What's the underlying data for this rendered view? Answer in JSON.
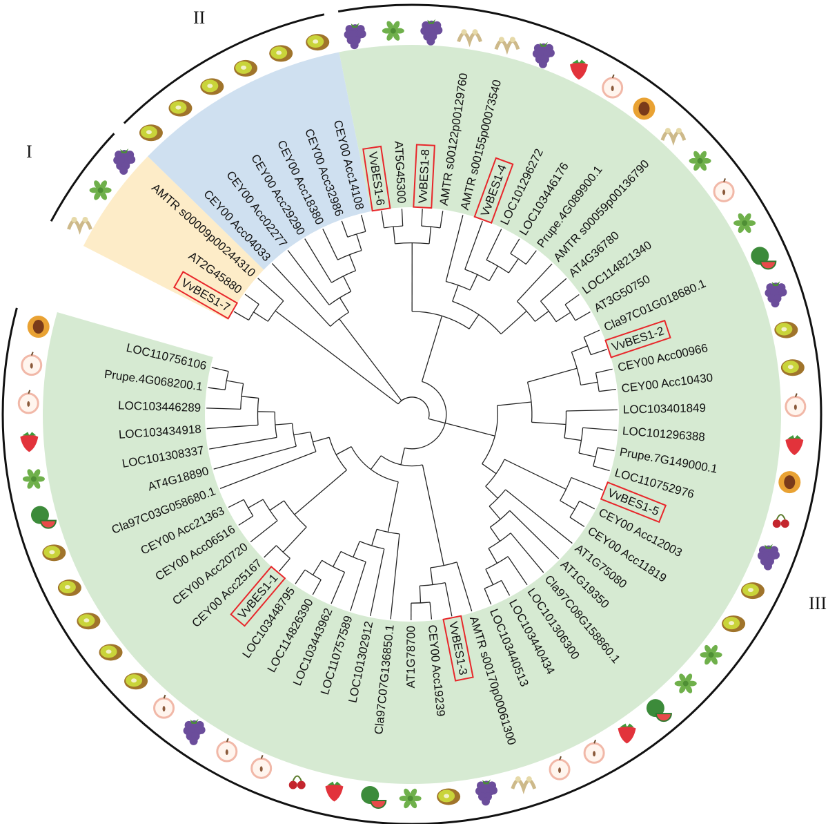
{
  "groups": [
    {
      "id": "I",
      "label": "I",
      "color": "#fdecc8"
    },
    {
      "id": "II",
      "label": "II",
      "color": "#cfe0f0"
    },
    {
      "id": "III",
      "label": "III",
      "color": "#d6ead2"
    }
  ],
  "colors": {
    "highlight_box": "#e8262a",
    "outer_ring": "#111111",
    "kiwi": "#a0742b",
    "grape": "#6b4d9b",
    "apple": "#f1b8a8",
    "strawberry": "#e2333b",
    "peach": "#e9a233",
    "watermelon": "#3c8b3a",
    "cherry": "#c4262e",
    "arabidopsis": "#6fb04b",
    "amborella": "#cdb98a"
  },
  "leaves": [
    {
      "label": "VvBES1-7",
      "group": "I",
      "highlight": true
    },
    {
      "label": "AT2G45880",
      "group": "I",
      "highlight": false
    },
    {
      "label": "AMTR s00009p00244310",
      "group": "I",
      "highlight": false
    },
    {
      "label": "CEY00 Acc04033",
      "group": "II",
      "highlight": false
    },
    {
      "label": "CEY00 Acc02277",
      "group": "II",
      "highlight": false
    },
    {
      "label": "CEY00 Acc29290",
      "group": "II",
      "highlight": false
    },
    {
      "label": "CEY00 Acc18380",
      "group": "II",
      "highlight": false
    },
    {
      "label": "CEY00 Acc32986",
      "group": "II",
      "highlight": false
    },
    {
      "label": "CEY00 Acc14108",
      "group": "II",
      "highlight": false
    },
    {
      "label": "VvBES1-6",
      "group": "III",
      "highlight": true
    },
    {
      "label": "AT5G45300",
      "group": "III",
      "highlight": false
    },
    {
      "label": "VvBES1-8",
      "group": "III",
      "highlight": true
    },
    {
      "label": "AMTR s00122p00129760",
      "group": "III",
      "highlight": false
    },
    {
      "label": "AMTR s00155p00073540",
      "group": "III",
      "highlight": false
    },
    {
      "label": "VvBES1-4",
      "group": "III",
      "highlight": true
    },
    {
      "label": "LOC101296272",
      "group": "III",
      "highlight": false
    },
    {
      "label": "LOC103446176",
      "group": "III",
      "highlight": false
    },
    {
      "label": "Prupe.4G089900.1",
      "group": "III",
      "highlight": false
    },
    {
      "label": "AMTR s00059p00136790",
      "group": "III",
      "highlight": false
    },
    {
      "label": "AT4G36780",
      "group": "III",
      "highlight": false
    },
    {
      "label": "LOC114821340",
      "group": "III",
      "highlight": false
    },
    {
      "label": "AT3G50750",
      "group": "III",
      "highlight": false
    },
    {
      "label": "Cla97C01G018680.1",
      "group": "III",
      "highlight": false
    },
    {
      "label": "VvBES1-2",
      "group": "III",
      "highlight": true
    },
    {
      "label": "CEY00 Acc00966",
      "group": "III",
      "highlight": false
    },
    {
      "label": "CEY00 Acc10430",
      "group": "III",
      "highlight": false
    },
    {
      "label": "LOC103401849",
      "group": "III",
      "highlight": false
    },
    {
      "label": "LOC101296388",
      "group": "III",
      "highlight": false
    },
    {
      "label": "Prupe.7G149000.1",
      "group": "III",
      "highlight": false
    },
    {
      "label": "LOC110752976",
      "group": "III",
      "highlight": false
    },
    {
      "label": "VvBES1-5",
      "group": "III",
      "highlight": true
    },
    {
      "label": "CEY00 Acc12003",
      "group": "III",
      "highlight": false
    },
    {
      "label": "CEY00 Acc11819",
      "group": "III",
      "highlight": false
    },
    {
      "label": "AT1G75080",
      "group": "III",
      "highlight": false
    },
    {
      "label": "AT1G19350",
      "group": "III",
      "highlight": false
    },
    {
      "label": "Cla97C08G158860.1",
      "group": "III",
      "highlight": false
    },
    {
      "label": "LOC101306300",
      "group": "III",
      "highlight": false
    },
    {
      "label": "LOC103440434",
      "group": "III",
      "highlight": false
    },
    {
      "label": "LOC103440513",
      "group": "III",
      "highlight": false
    },
    {
      "label": "AMTR s00170p00061300",
      "group": "III",
      "highlight": false
    },
    {
      "label": "VvBES1-3",
      "group": "III",
      "highlight": true
    },
    {
      "label": "CEY00 Acc19239",
      "group": "III",
      "highlight": false
    },
    {
      "label": "AT1G78700",
      "group": "III",
      "highlight": false
    },
    {
      "label": "Cla97C07G136850.1",
      "group": "III",
      "highlight": false
    },
    {
      "label": "LOC101302912",
      "group": "III",
      "highlight": false
    },
    {
      "label": "LOC110757589",
      "group": "III",
      "highlight": false
    },
    {
      "label": "LOC103443962",
      "group": "III",
      "highlight": false
    },
    {
      "label": "LOC114826390",
      "group": "III",
      "highlight": false
    },
    {
      "label": "LOC103448795",
      "group": "III",
      "highlight": false
    },
    {
      "label": "VvBES1-1",
      "group": "III",
      "highlight": true
    },
    {
      "label": "CEY00 Acc25167",
      "group": "III",
      "highlight": false
    },
    {
      "label": "CEY00 Acc20720",
      "group": "III",
      "highlight": false
    },
    {
      "label": "CEY00 Acc06516",
      "group": "III",
      "highlight": false
    },
    {
      "label": "CEY00 Acc21363",
      "group": "III",
      "highlight": false
    },
    {
      "label": "Cla97C03G058680.1",
      "group": "III",
      "highlight": false
    },
    {
      "label": "AT4G18890",
      "group": "III",
      "highlight": false
    },
    {
      "label": "LOC101308337",
      "group": "III",
      "highlight": false
    },
    {
      "label": "LOC103434918",
      "group": "III",
      "highlight": false
    },
    {
      "label": "LOC103446289",
      "group": "III",
      "highlight": false
    },
    {
      "label": "Prupe.4G068200.1",
      "group": "III",
      "highlight": false
    },
    {
      "label": "LOC110756106",
      "group": "III",
      "highlight": false
    }
  ],
  "outer_icons": [
    "amborella-icon",
    "arabidopsis-icon",
    "grape-icon",
    "kiwi-icon",
    "kiwi-icon",
    "kiwi-icon",
    "kiwi-icon",
    "kiwi-icon",
    "kiwi-icon",
    "grape-icon",
    "arabidopsis-icon",
    "grape-icon",
    "amborella-icon",
    "amborella-icon",
    "grape-icon",
    "strawberry-icon",
    "apple-icon",
    "peach-icon",
    "amborella-icon",
    "arabidopsis-icon",
    "apple-icon",
    "arabidopsis-icon",
    "watermelon-icon",
    "grape-icon",
    "kiwi-icon",
    "kiwi-icon",
    "apple-icon",
    "strawberry-icon",
    "peach-icon",
    "cherry-icon",
    "grape-icon",
    "kiwi-icon",
    "kiwi-icon",
    "arabidopsis-icon",
    "arabidopsis-icon",
    "watermelon-icon",
    "strawberry-icon",
    "apple-icon",
    "apple-icon",
    "amborella-icon",
    "grape-icon",
    "kiwi-icon",
    "arabidopsis-icon",
    "watermelon-icon",
    "strawberry-icon",
    "cherry-icon",
    "apple-icon",
    "apple-icon",
    "grape-icon",
    "apple-icon",
    "kiwi-icon",
    "kiwi-icon",
    "kiwi-icon",
    "kiwi-icon",
    "kiwi-icon",
    "watermelon-icon",
    "arabidopsis-icon",
    "strawberry-icon",
    "apple-icon",
    "apple-icon",
    "peach-icon",
    "cherry-icon"
  ]
}
